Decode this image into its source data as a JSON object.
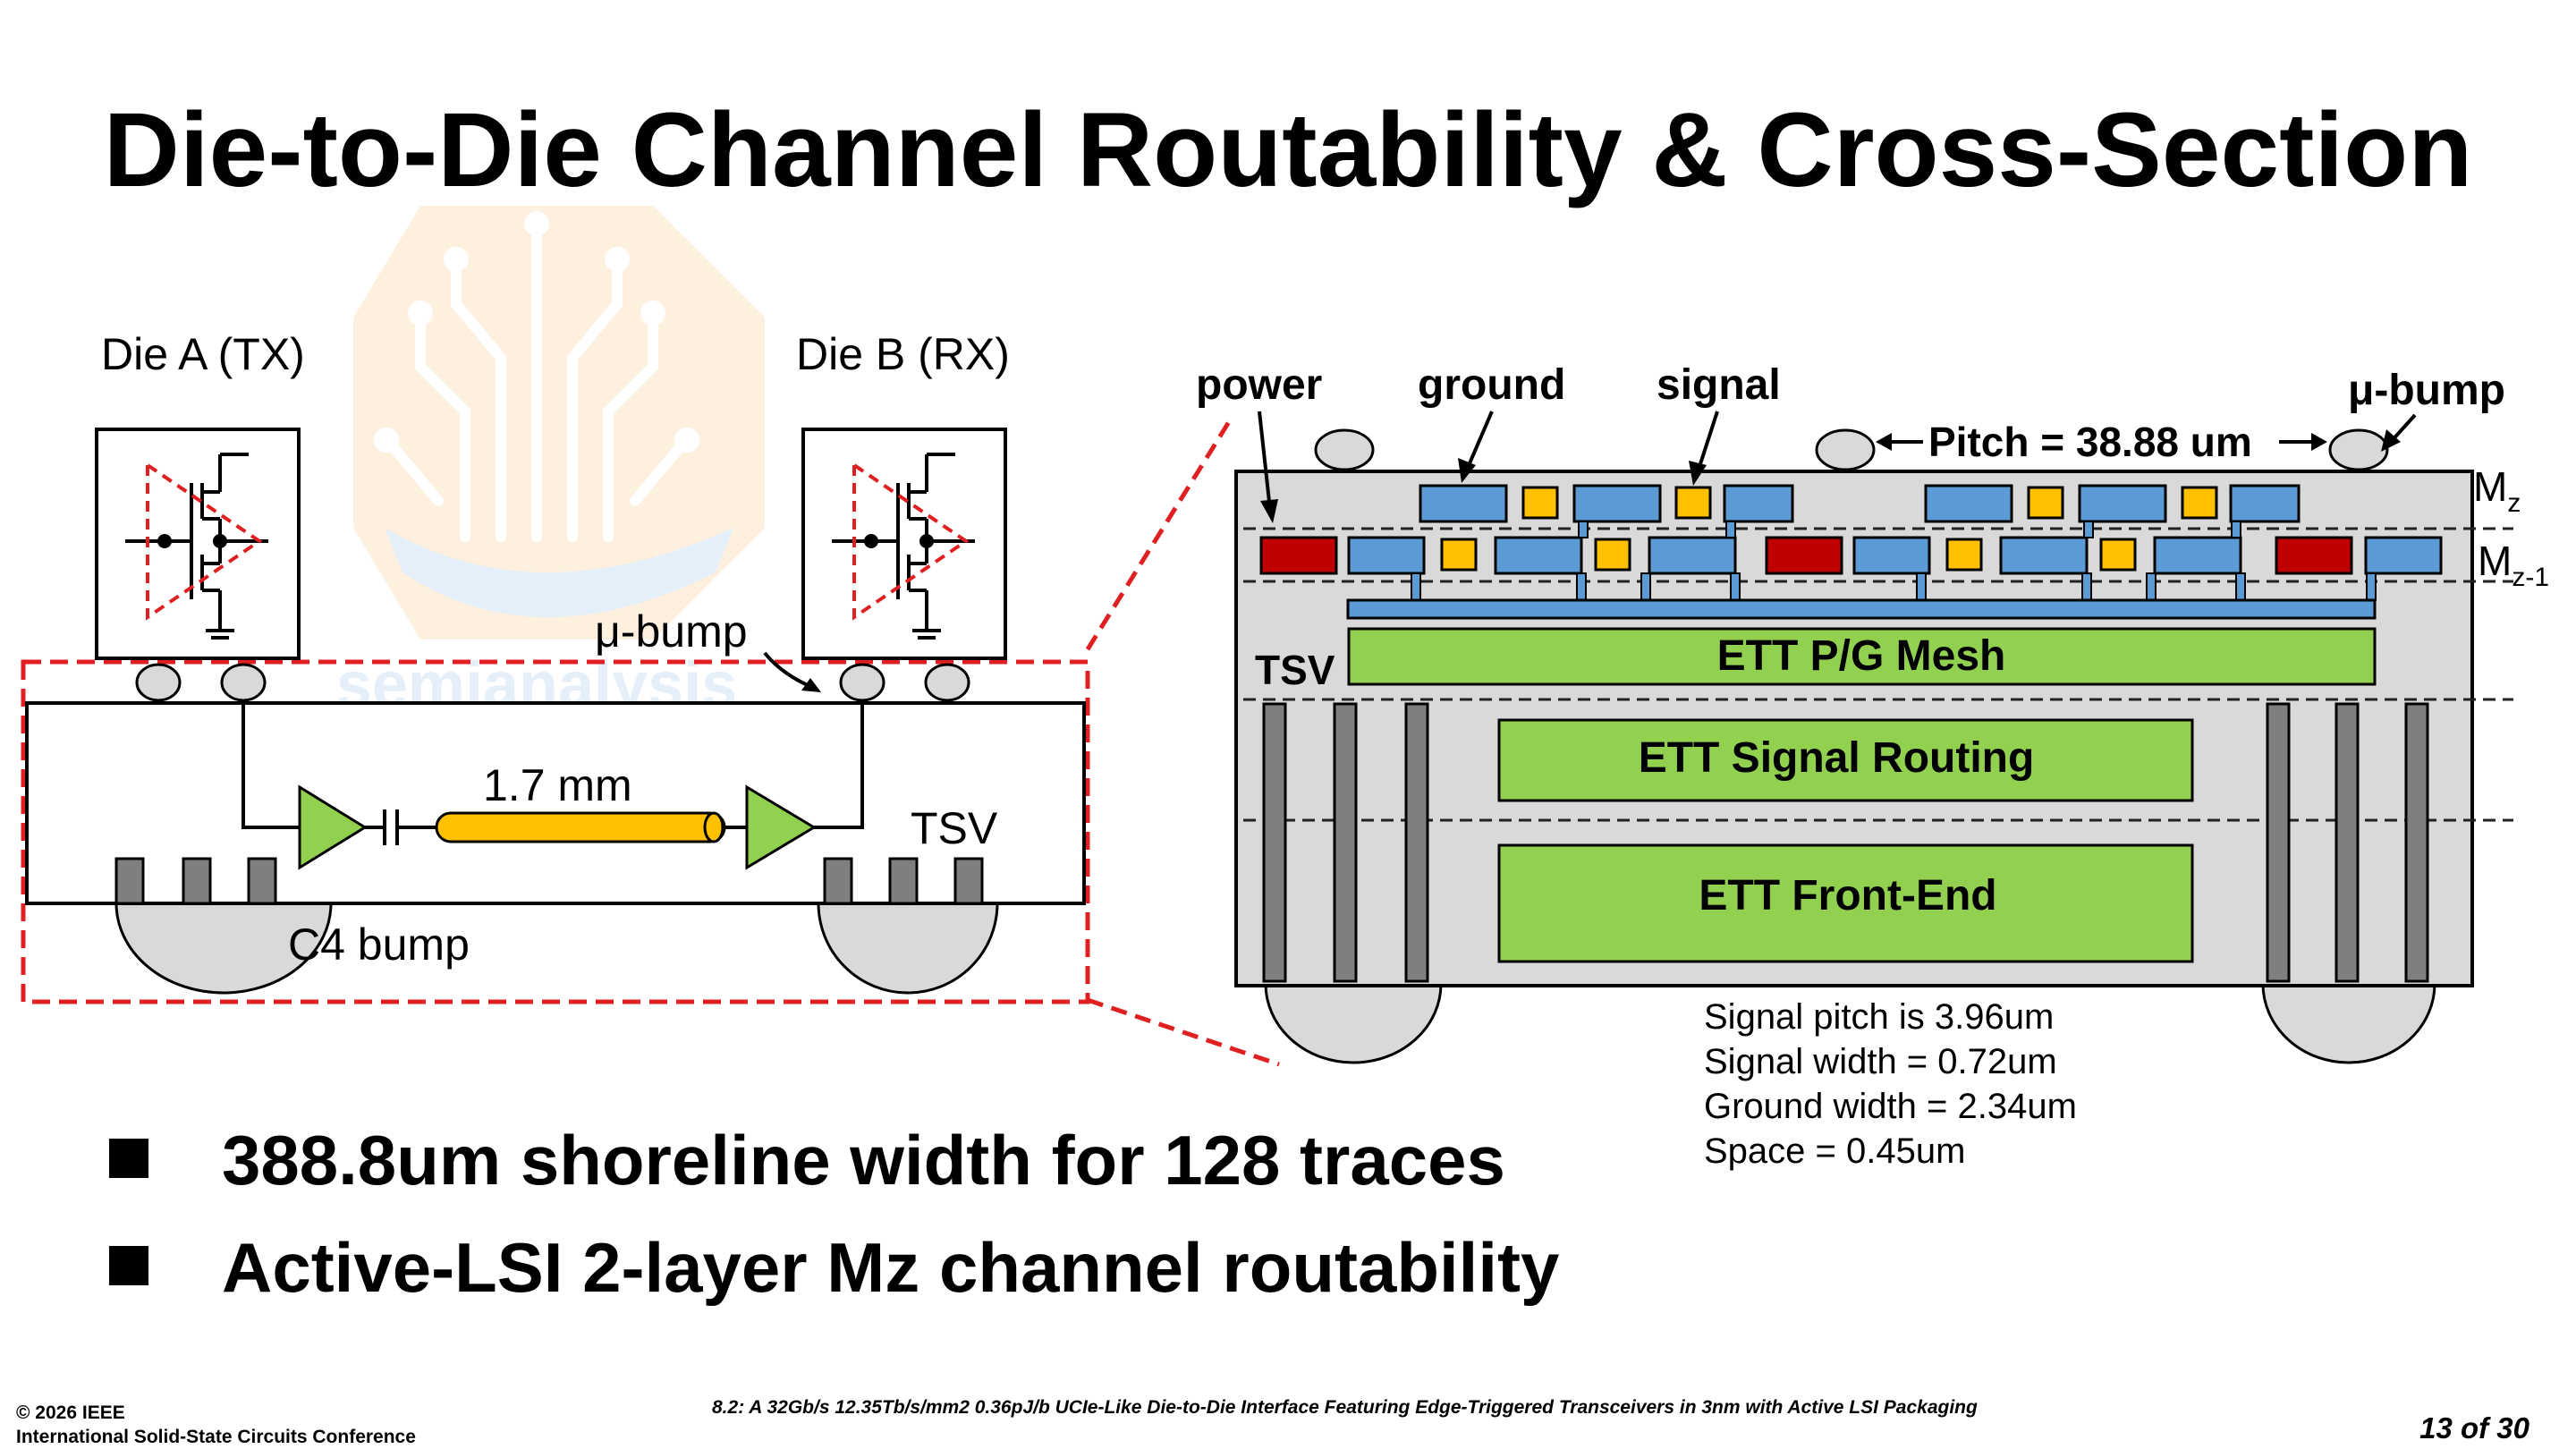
{
  "slide": {
    "title": "Die-to-Die Channel Routability & Cross-Section",
    "bullets": [
      "388.8um shoreline width for 128 traces",
      "Active-LSI 2-layer Mz channel routability"
    ],
    "footer": {
      "copyright": "© 2026 IEEE",
      "conference": "International Solid-State Circuits Conference",
      "paper": "8.2: A 32Gb/s 12.35Tb/s/mm2 0.36pJ/b UCIe-Like Die-to-Die Interface Featuring Edge-Triggered Transceivers in 3nm with Active LSI Packaging",
      "page": "13 of 30"
    },
    "watermark": "semianalysis"
  },
  "left_diagram": {
    "die_a": "Die A (TX)",
    "die_b": "Die B (RX)",
    "ubump": "μ-bump",
    "length": "1.7 mm",
    "tsv": "TSV",
    "c4": "C4 bump"
  },
  "right_diagram": {
    "power": "power",
    "ground": "ground",
    "signal": "signal",
    "ubump": "μ-bump",
    "pitch": "Pitch = 38.88 um",
    "mz": "M",
    "mz_sub": "z",
    "mz1": "M",
    "mz1_sub": "z-1",
    "tsv": "TSV",
    "pg_mesh": "ETT P/G Mesh",
    "signal_routing": "ETT Signal Routing",
    "front_end": "ETT Front-End",
    "specs": [
      "Signal pitch is 3.96um",
      "Signal width = 0.72um",
      "Ground width = 2.34um",
      "Space = 0.45um"
    ]
  },
  "colors": {
    "signal": "#ffc000",
    "ground": "#5b9bd5",
    "power": "#c00000",
    "block": "#92d050",
    "substrate": "#d9d9d9",
    "tsv": "#7f7f7f",
    "outline": "#e02020"
  }
}
